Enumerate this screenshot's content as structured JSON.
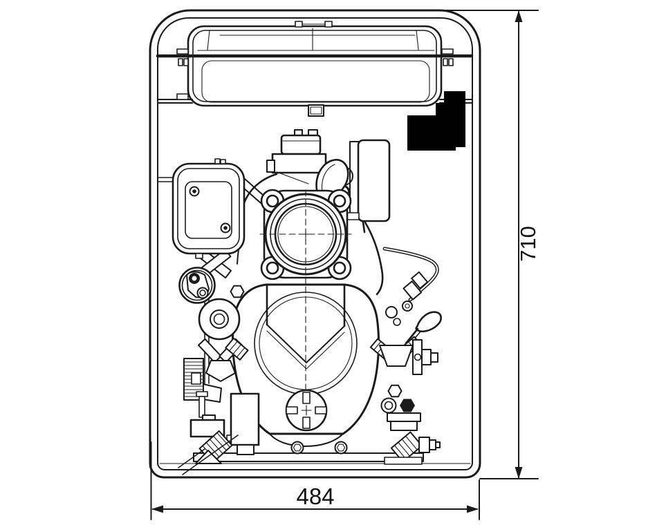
{
  "page": {
    "background_color": "#ffffff"
  },
  "drawing": {
    "type": "technical-line-drawing",
    "subject": "engine pump unit front view in tubular carry frame",
    "line_color": "#1a1a1a",
    "redaction_color": "#000000",
    "dimensions": {
      "height": {
        "value": "710",
        "orientation": "vertical",
        "position": "right"
      },
      "width": {
        "value": "484",
        "orientation": "horizontal",
        "position": "bottom"
      }
    }
  }
}
